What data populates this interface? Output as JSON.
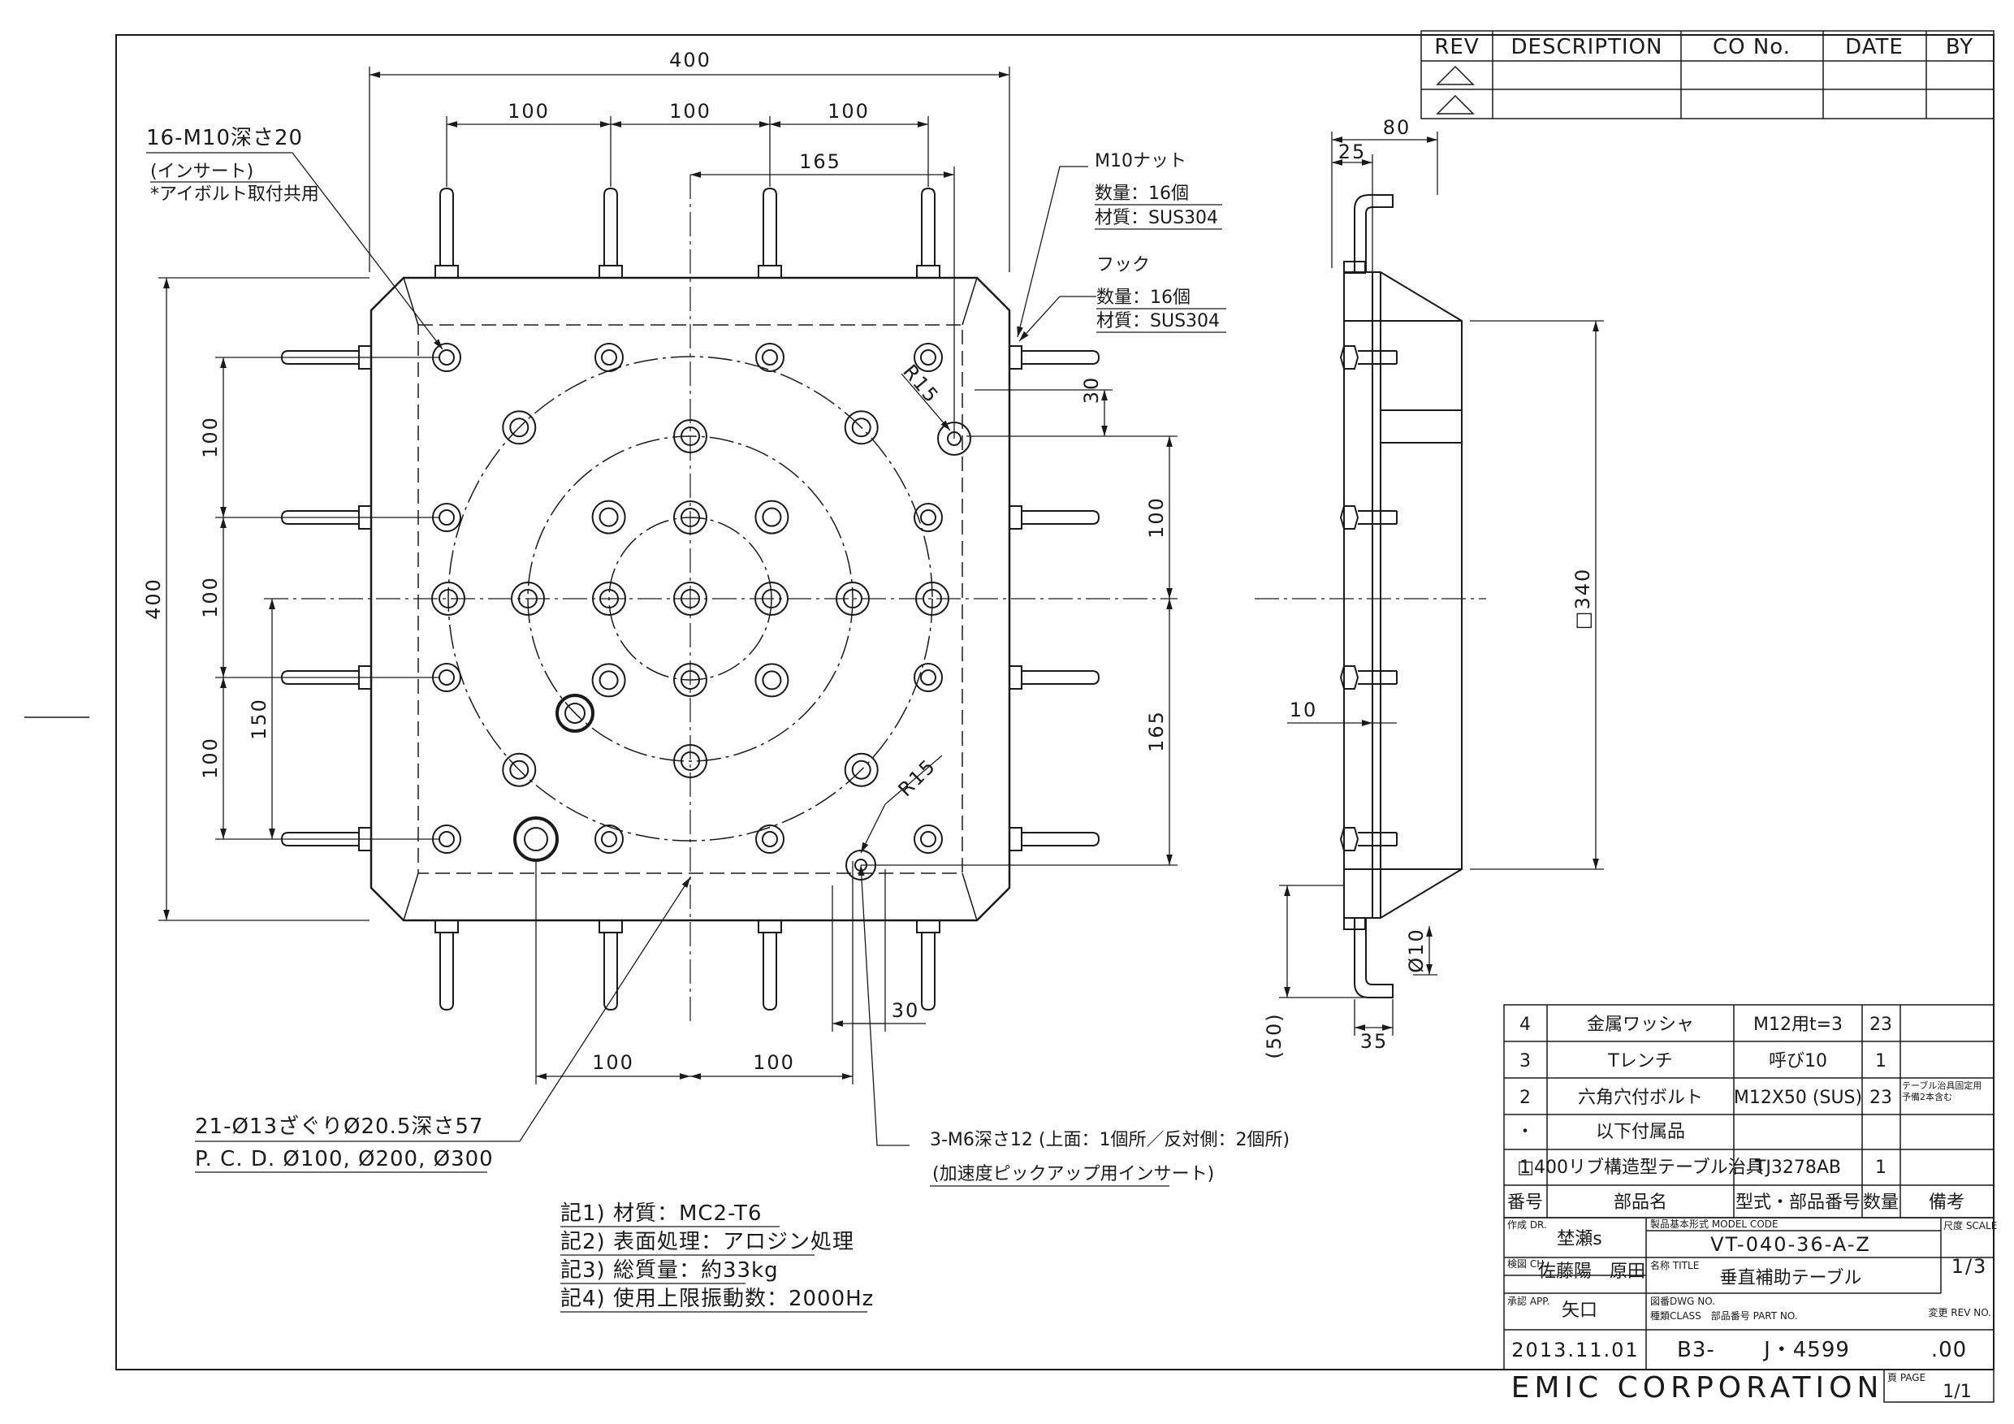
{
  "revision_table": {
    "headers": [
      "REV",
      "DESCRIPTION",
      "CO No.",
      "DATE",
      "BY"
    ]
  },
  "front_view": {
    "dims": {
      "overall_width": "400",
      "pitch_a": "100",
      "pitch_b": "100",
      "pitch_c": "100",
      "offset_165": "165",
      "overall_height": "400",
      "left_100_a": "100",
      "left_100_b": "100",
      "left_100_c": "100",
      "left_150": "150",
      "right_30": "30",
      "right_100": "100",
      "right_165": "165",
      "bottom_100_a": "100",
      "bottom_100_b": "100",
      "bottom_30": "30",
      "radius_top": "R15",
      "radius_bottom": "R15"
    },
    "callouts": {
      "insert_line1": "16-M10深さ20",
      "insert_line2": "(インサート)",
      "insert_line3": "*アイボルト取付共用",
      "nut_title": "M10ナット",
      "nut_qty": "数量：16個",
      "nut_mat": "材質：SUS304",
      "hook_title": "フック",
      "hook_qty": "数量：16個",
      "hook_mat": "材質：SUS304",
      "holes_line1": "21-Ø13ざぐりØ20.5深さ57",
      "holes_line2": "P. C. D. Ø100, Ø200, Ø300",
      "m6_line1": "3-M6深さ12 (上面：1個所／反対側：2個所)",
      "m6_line2": "(加速度ピックアップ用インサート)"
    }
  },
  "side_view": {
    "dims": {
      "width_80": "80",
      "width_25": "25",
      "square_340": "□340",
      "thick_10": "10",
      "dia_10": "Ø10",
      "hook_35": "35",
      "ref_50": "(50)"
    }
  },
  "notes": [
    "記1) 材質：MC2-T6",
    "記2) 表面処理：アロジン処理",
    "記3) 総質量：約33kg",
    "記4) 使用上限振動数：2000Hz"
  ],
  "parts_list": {
    "rows": [
      {
        "no": "4",
        "name": "金属ワッシャ",
        "spec": "M12用t=3",
        "qty": "23",
        "remark": ""
      },
      {
        "no": "3",
        "name": "Tレンチ",
        "spec": "呼び10",
        "qty": "1",
        "remark": ""
      },
      {
        "no": "2",
        "name": "六角穴付ボルト",
        "spec": "M12X50 (SUS)",
        "qty": "23",
        "remark": "テーブル治具固定用 予備2本含む"
      },
      {
        "no": "・",
        "name": "以下付属品",
        "spec": "",
        "qty": "",
        "remark": ""
      },
      {
        "no": "1",
        "name": "□400リブ構造型テーブル治具",
        "spec": "TJ3278AB",
        "qty": "1",
        "remark": ""
      }
    ],
    "header": {
      "no": "番号",
      "name": "部品名",
      "spec": "型式・部品番号",
      "qty": "数量",
      "remark": "備考"
    }
  },
  "title_block": {
    "drawn_label": "作成 DR.",
    "drawn_by": "埜瀬s",
    "checked_label": "検図 CH.",
    "checked_by": "佐藤陽　原田",
    "approved_label": "承認 APP.",
    "approved_by": "矢口",
    "date": "2013.11.01",
    "model_code_label": "製品基本形式 MODEL CODE",
    "model_code": "VT-040-36-A-Z",
    "title_label": "名称 TITLE",
    "title": "垂直補助テーブル",
    "dwg_label": "図番DWG NO.",
    "class_label": "種類CLASS　部品番号 PART NO.",
    "dwg_no_prefix": "B3-",
    "dwg_no": "J・4599",
    "rev_no": ".00",
    "scale_label": "尺度 SCALE",
    "scale": "1/3",
    "rev_label": "変更 REV NO.",
    "company": "EMIC CORPORATION",
    "page_label": "頁 PAGE",
    "page": "1/1"
  }
}
